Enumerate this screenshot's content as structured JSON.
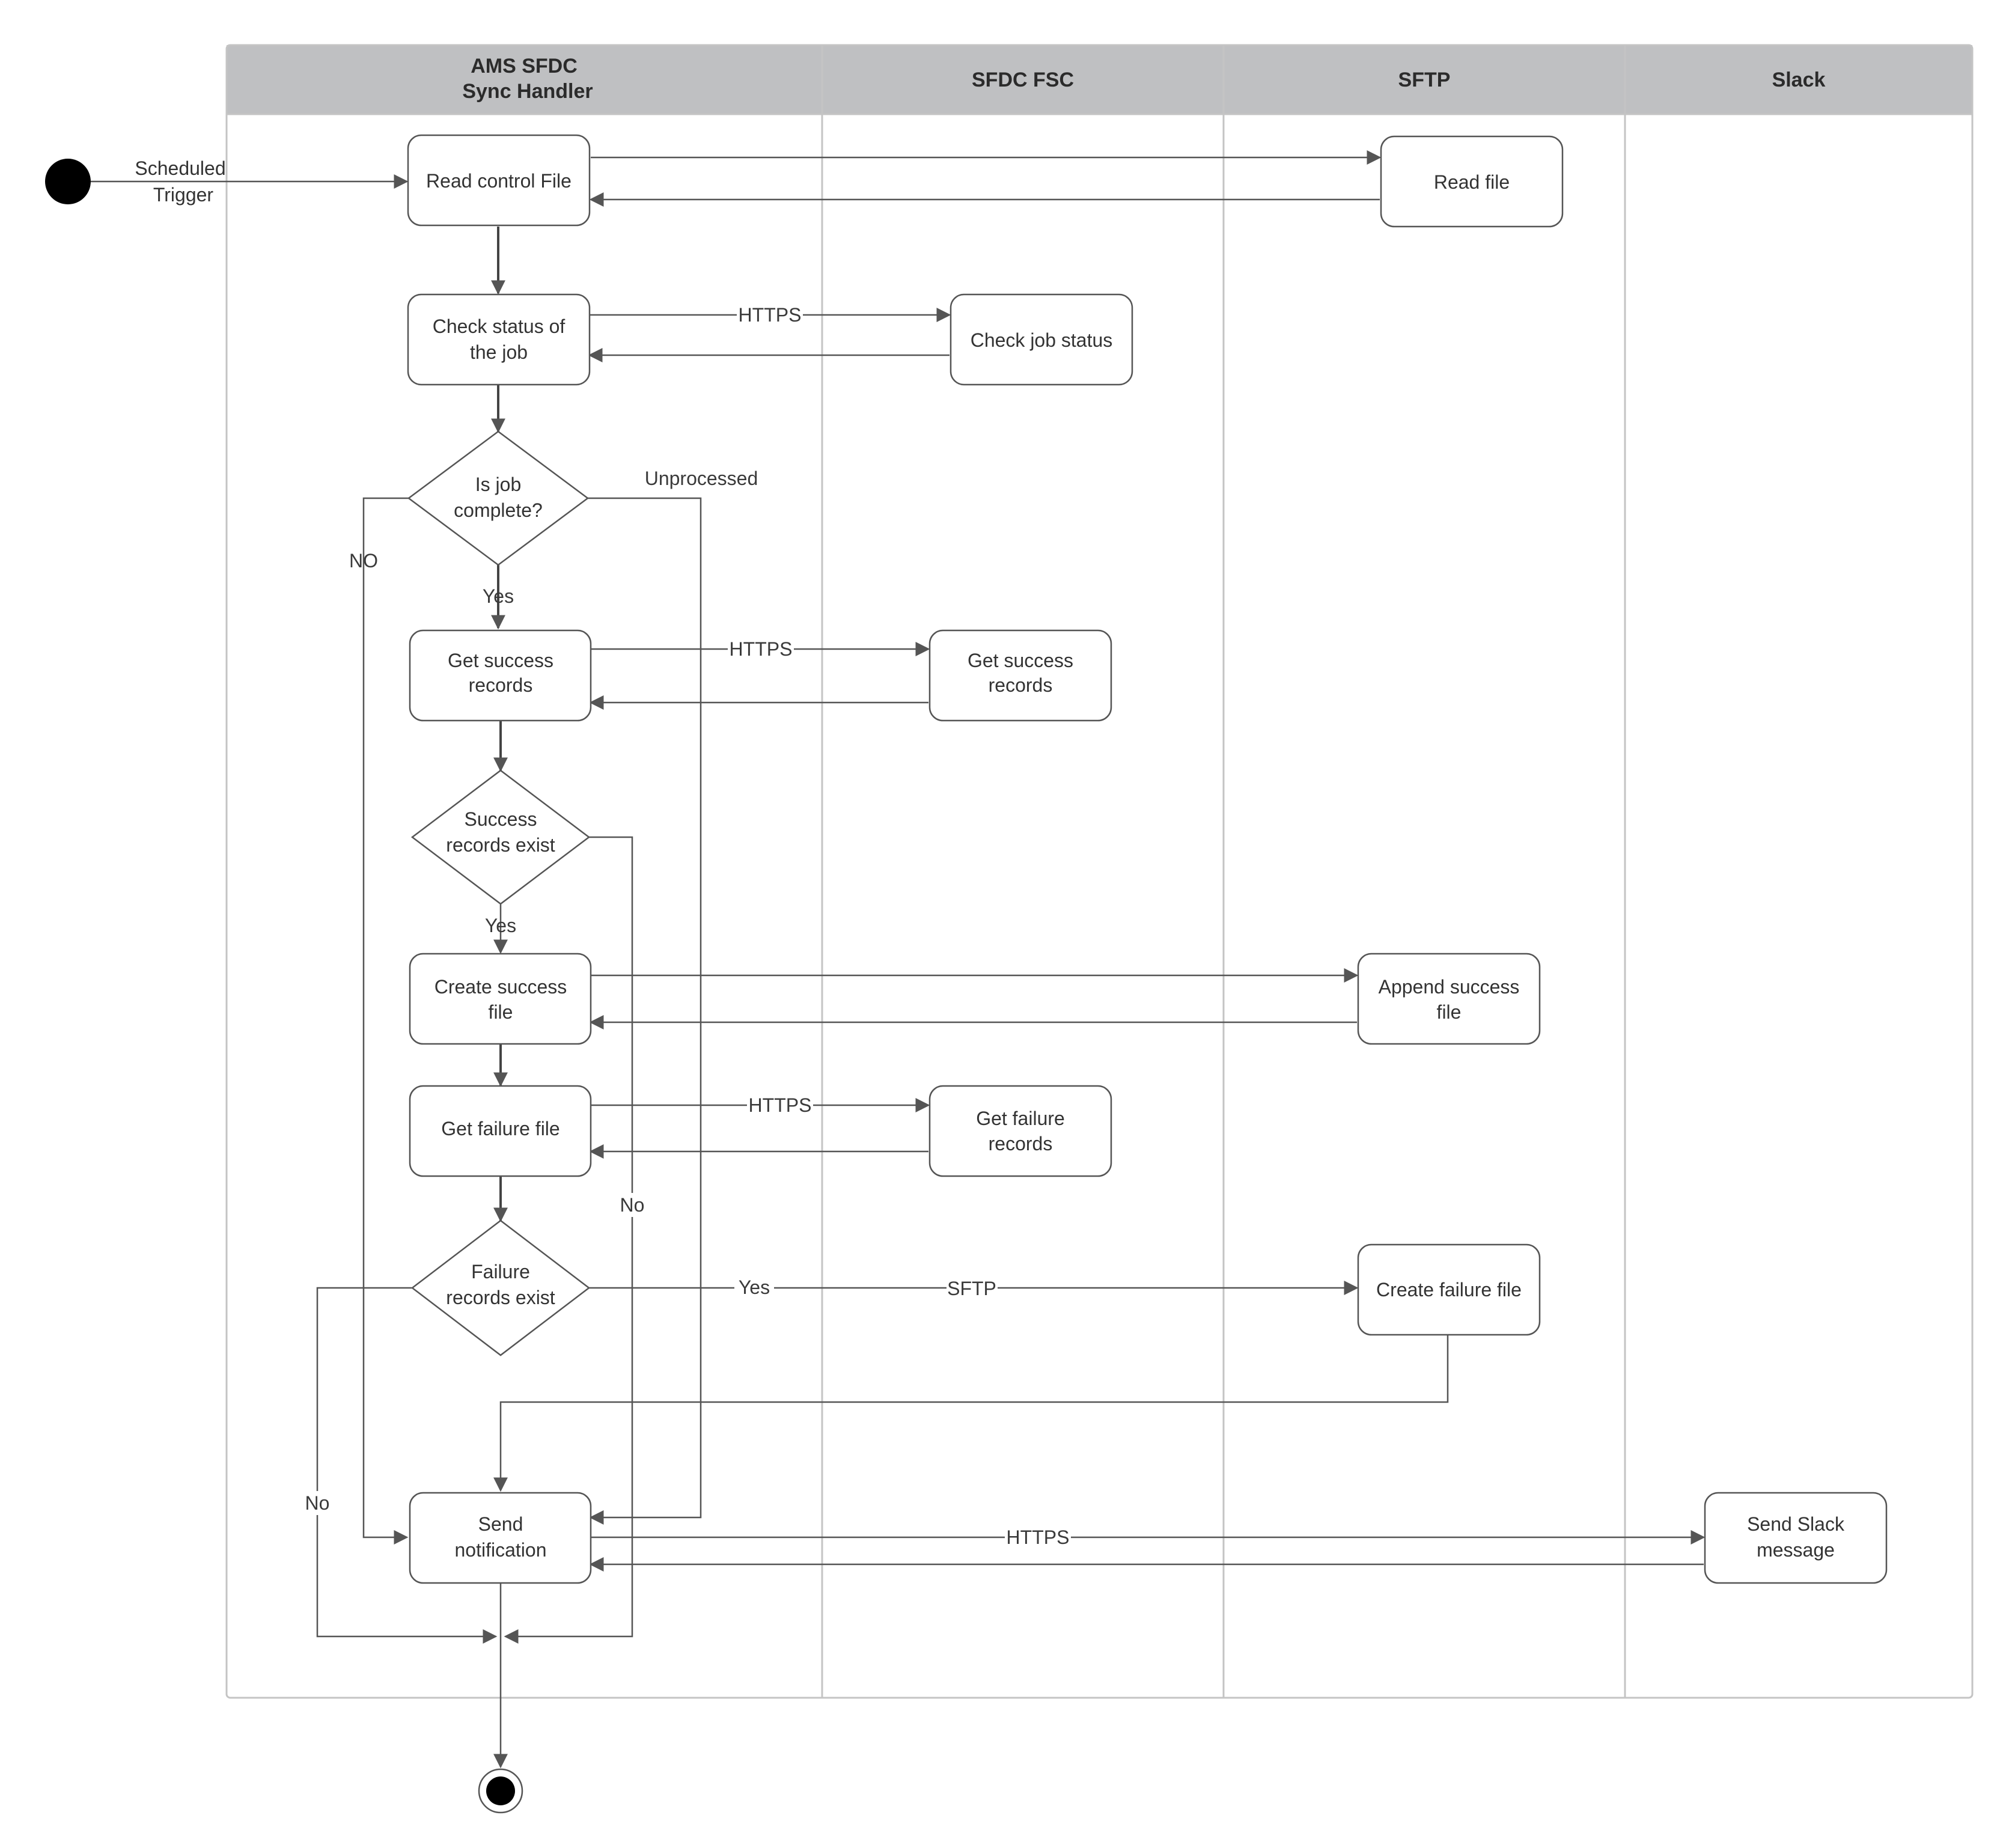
{
  "lanes": [
    {
      "title_line1": "AMS SFDC",
      "title_line2": "Sync Handler"
    },
    {
      "title_line1": "SFDC FSC"
    },
    {
      "title_line1": "SFTP"
    },
    {
      "title_line1": "Slack"
    }
  ],
  "start_label": {
    "line1": "Scheduled",
    "line2": "Trigger"
  },
  "nodes": {
    "read_control": {
      "line1": "Read control File"
    },
    "read_file": {
      "line1": "Read file"
    },
    "check_status": {
      "line1": "Check status of",
      "line2": "the job"
    },
    "check_job_status": {
      "line1": "Check job status"
    },
    "is_job_complete": {
      "line1": "Is job",
      "line2": "complete?"
    },
    "get_success": {
      "line1": "Get success",
      "line2": "records"
    },
    "get_success_fsc": {
      "line1": "Get success",
      "line2": "records"
    },
    "success_exist": {
      "line1": "Success",
      "line2": "records exist"
    },
    "create_success": {
      "line1": "Create success",
      "line2": "file"
    },
    "append_success": {
      "line1": "Append success",
      "line2": "file"
    },
    "get_failure": {
      "line1": "Get failure file"
    },
    "get_failure_fsc": {
      "line1": "Get failure",
      "line2": "records"
    },
    "failure_exist": {
      "line1": "Failure",
      "line2": "records exist"
    },
    "create_failure": {
      "line1": "Create failure file"
    },
    "send_notification": {
      "line1": "Send",
      "line2": "notification"
    },
    "send_slack": {
      "line1": "Send Slack",
      "line2": "message"
    }
  },
  "edge_labels": {
    "https_check": "HTTPS",
    "https_success": "HTTPS",
    "https_failure": "HTTPS",
    "https_slack": "HTTPS",
    "sftp": "SFTP",
    "unprocessed": "Unprocessed",
    "no_upper": "NO",
    "yes_complete": "Yes",
    "yes_success": "Yes",
    "yes_failure": "Yes",
    "no_success": "No",
    "no_failure": "No"
  }
}
